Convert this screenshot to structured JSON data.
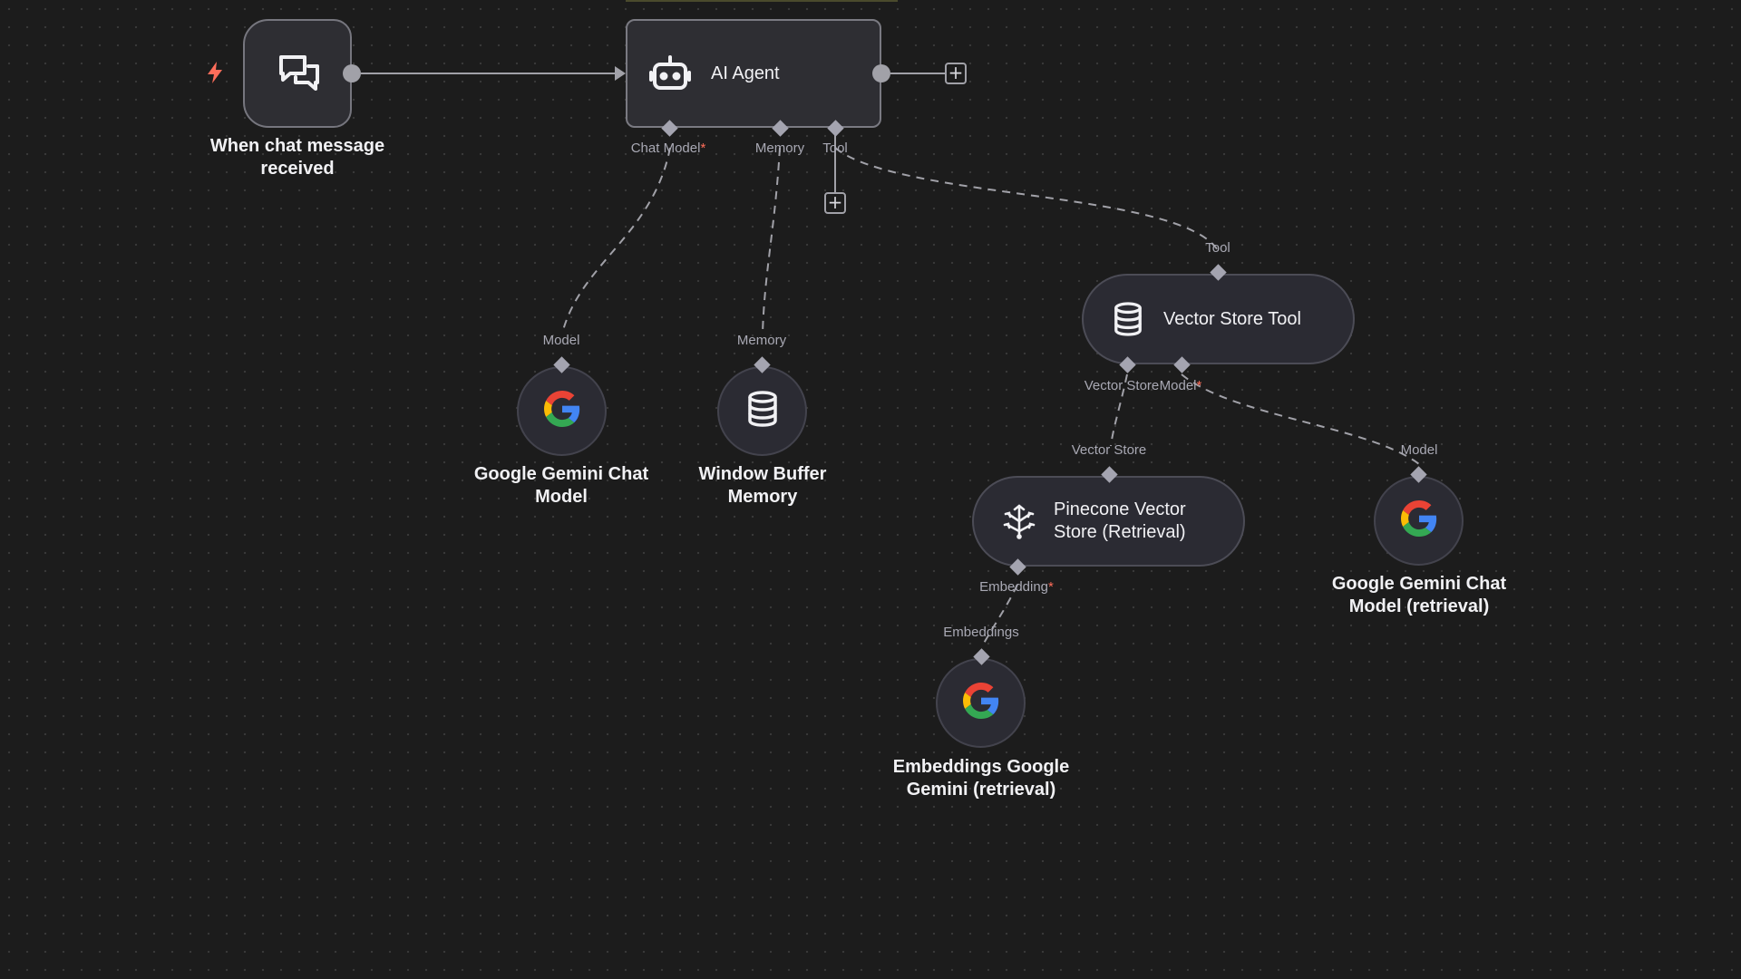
{
  "canvas": {
    "background": "#1c1c1c",
    "wire_color": "#a1a1a8",
    "accent_color": "#ff6d5a"
  },
  "nodes": {
    "trigger": {
      "label": "When chat message received",
      "icon": "chat-bubbles-icon",
      "badge_icon": "lightning-bolt-icon"
    },
    "agent": {
      "label": "AI Agent",
      "icon": "robot-icon"
    },
    "gemini_chat": {
      "label": "Google Gemini Chat Model",
      "icon": "google-g-icon"
    },
    "memory": {
      "label": "Window Buffer Memory",
      "icon": "database-icon"
    },
    "vector_tool": {
      "label": "Vector Store Tool",
      "icon": "database-icon"
    },
    "pinecone": {
      "label": "Pinecone Vector Store (Retrieval)",
      "icon": "pinecone-icon"
    },
    "gemini_retrieval": {
      "label": "Google Gemini Chat Model (retrieval)",
      "icon": "google-g-icon"
    },
    "embeddings": {
      "label": "Embeddings Google Gemini (retrieval)",
      "icon": "google-g-icon"
    }
  },
  "ports": {
    "agent_chat_model": "Chat Model",
    "agent_memory": "Memory",
    "agent_tool": "Tool",
    "gemini_chat_in": "Model",
    "memory_in": "Memory",
    "vector_tool_in": "Tool",
    "vector_tool_store": "Vector Store",
    "vector_tool_model": "Model",
    "pinecone_in": "Vector Store",
    "pinecone_embedding": "Embedding",
    "gemini_retrieval_in": "Model",
    "embeddings_in": "Embeddings",
    "required_mark": "*"
  },
  "buttons": {
    "add": "+"
  }
}
